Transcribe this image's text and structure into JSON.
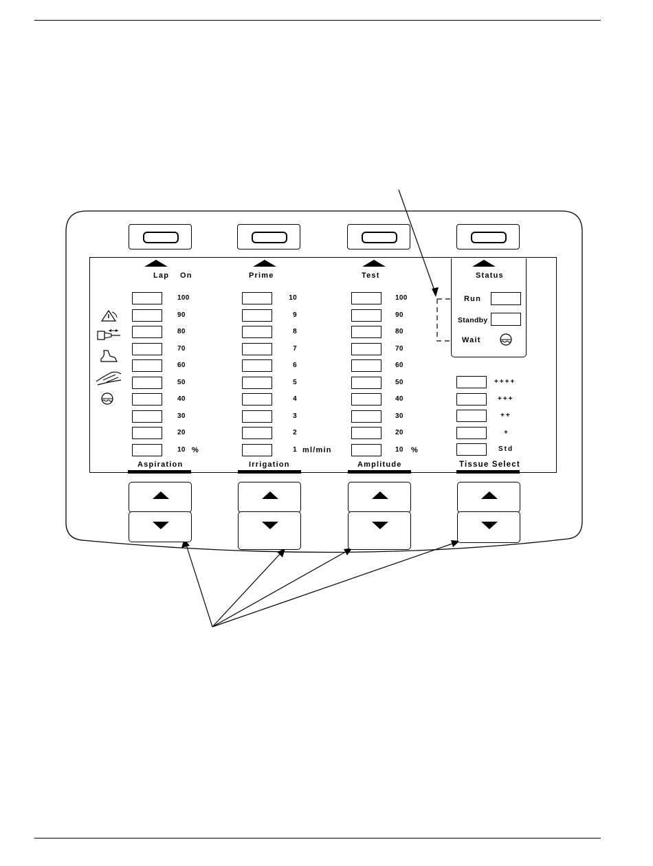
{
  "top_labels": [
    "Lap",
    "On",
    "Prime",
    "Test",
    "Status"
  ],
  "status": {
    "run": "Run",
    "standby": "Standby",
    "wait": "Wait"
  },
  "aspiration": {
    "scale": [
      "100",
      "90",
      "80",
      "70",
      "60",
      "50",
      "40",
      "30",
      "20",
      "10"
    ],
    "unit": "%",
    "label": "Aspiration"
  },
  "irrigation": {
    "scale": [
      "10",
      "9",
      "8",
      "7",
      "6",
      "5",
      "4",
      "3",
      "2",
      "1"
    ],
    "unit": "ml/min",
    "label": "Irrigation"
  },
  "amplitude": {
    "scale": [
      "100",
      "90",
      "80",
      "70",
      "60",
      "50",
      "40",
      "30",
      "20",
      "10"
    ],
    "unit": "%",
    "label": "Amplitude"
  },
  "tissue": {
    "levels": [
      "++++",
      "+++",
      "++",
      "+",
      "Std"
    ],
    "label": "Tissue Select"
  },
  "icons": [
    "warning-icon",
    "handpiece-icon",
    "foot-pedal-icon",
    "hand-tissue-icon",
    "wait-wave-icon"
  ]
}
